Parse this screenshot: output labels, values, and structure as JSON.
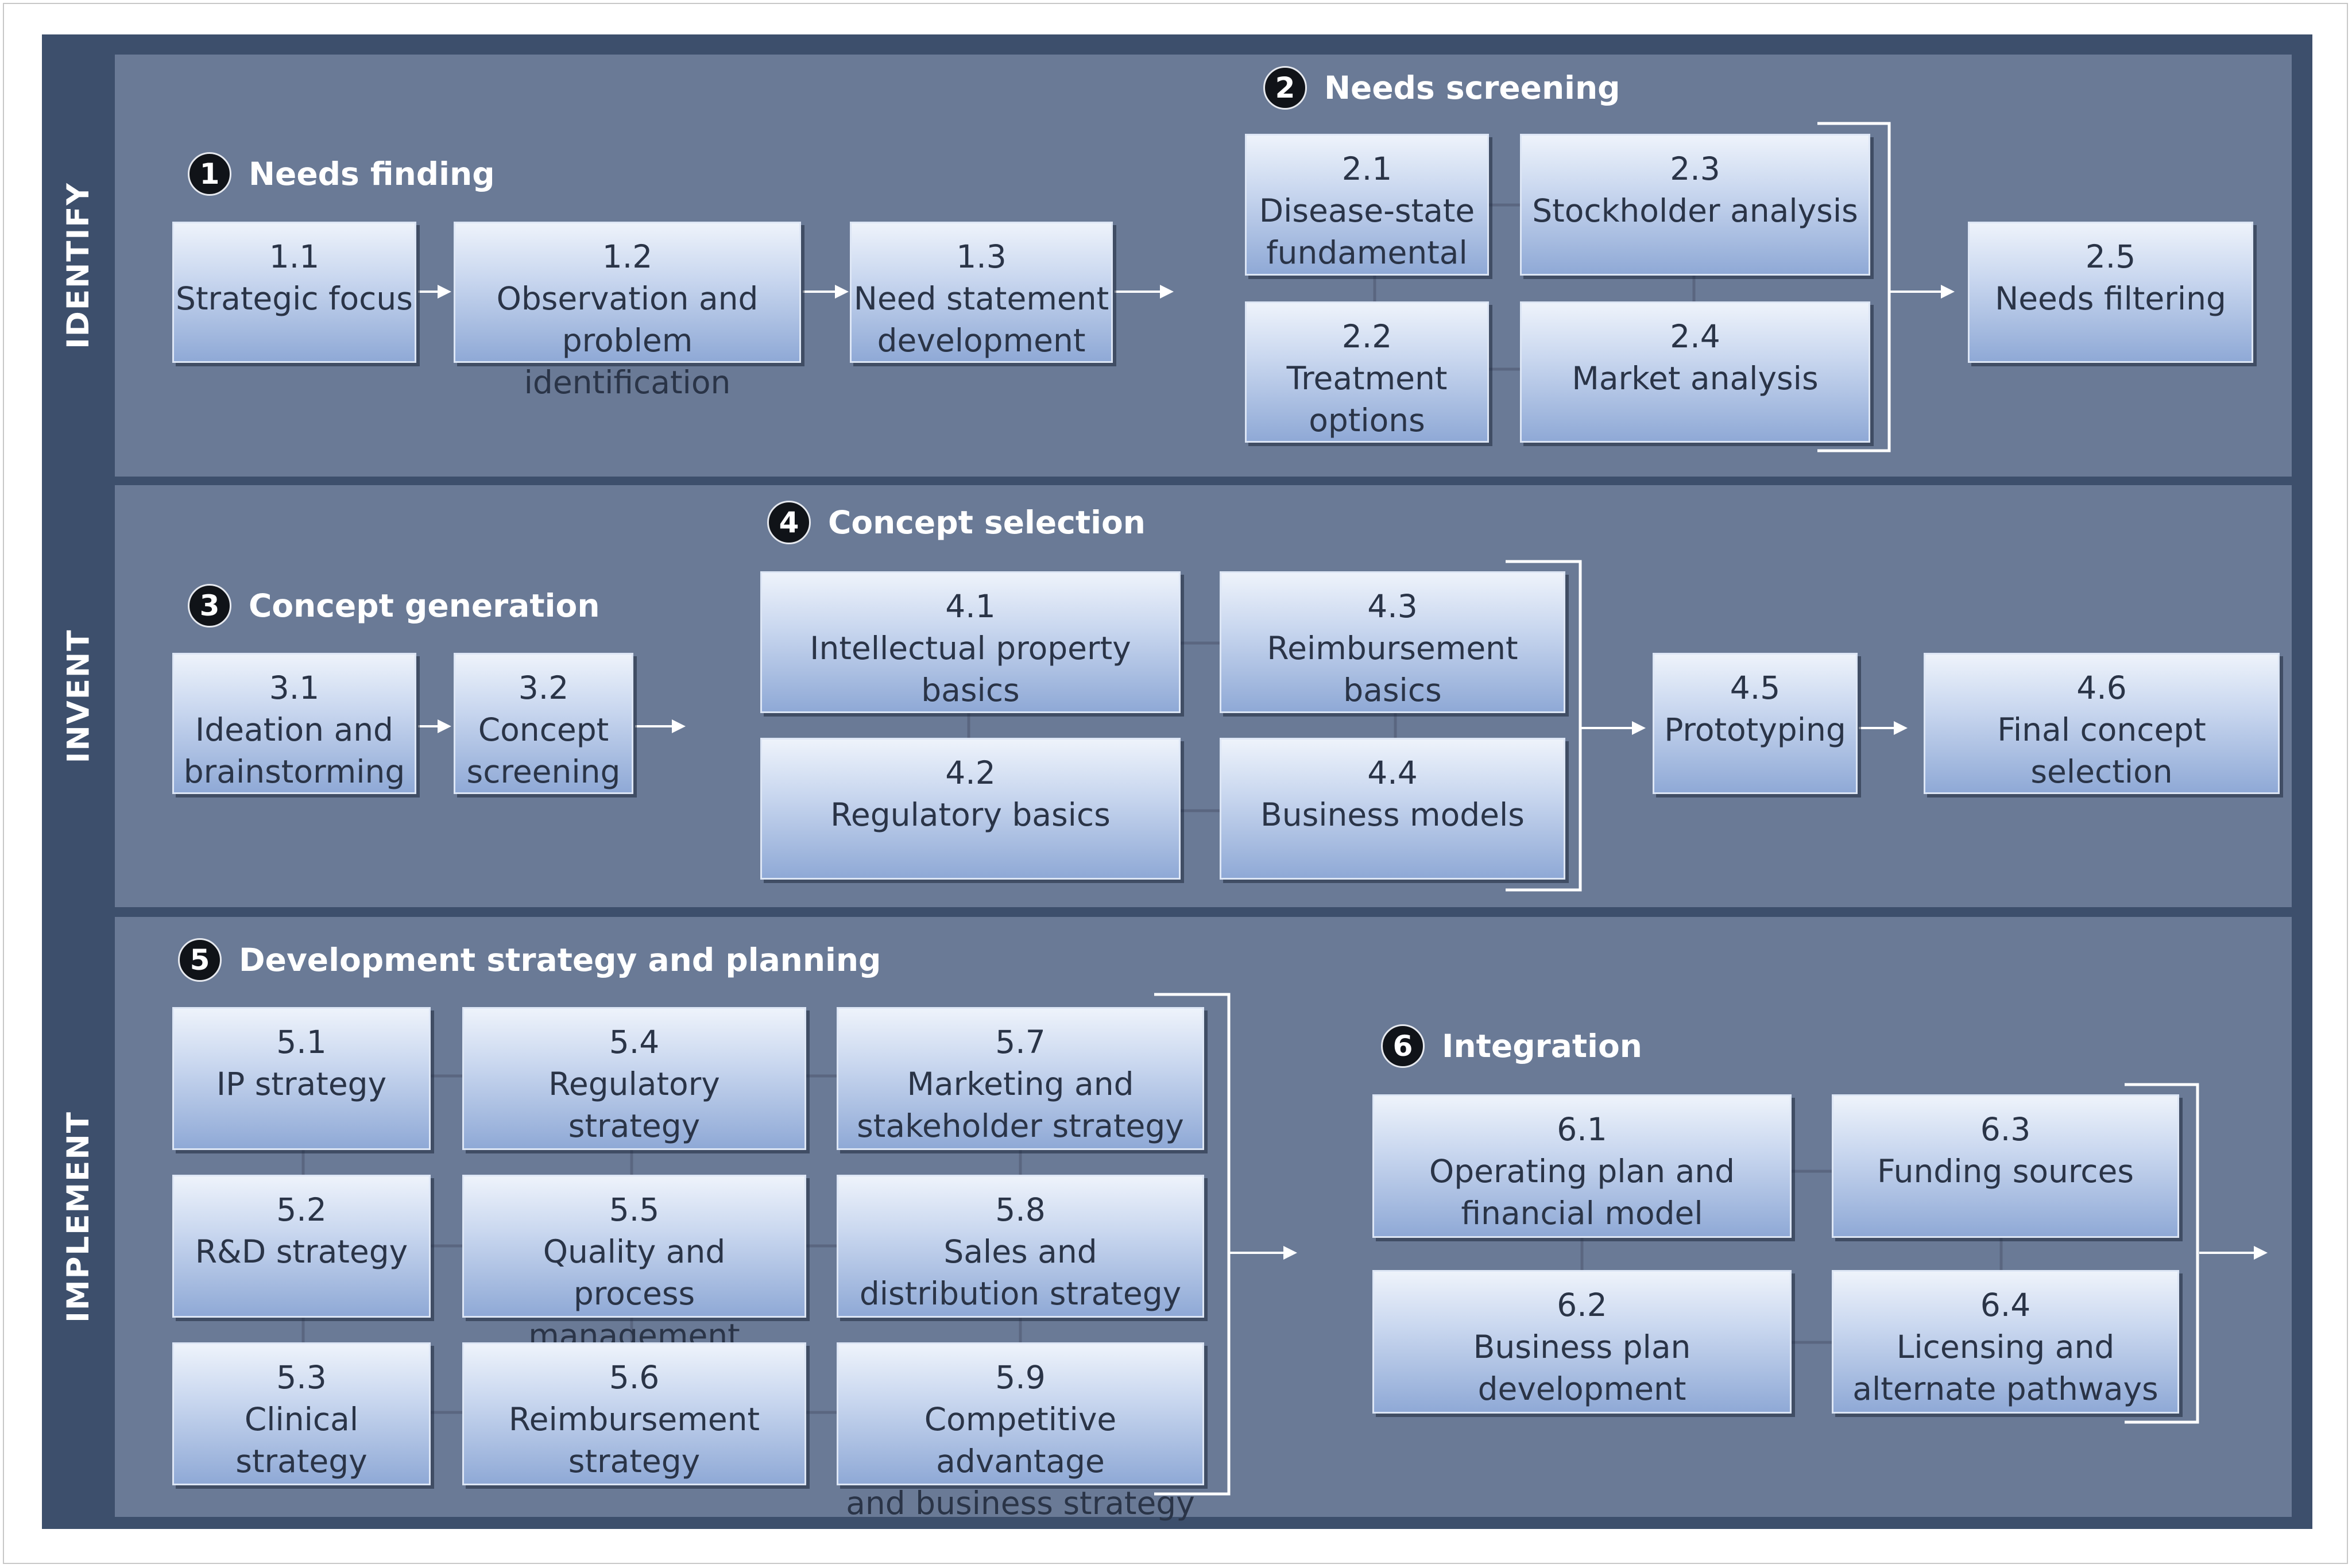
{
  "bands": [
    {
      "id": "identify",
      "label": "IDENTIFY"
    },
    {
      "id": "invent",
      "label": "INVENT"
    },
    {
      "id": "implement",
      "label": "IMPLEMENT"
    }
  ],
  "stages": [
    {
      "id": "s1",
      "number": "1",
      "title": "Needs finding"
    },
    {
      "id": "s2",
      "number": "2",
      "title": "Needs screening"
    },
    {
      "id": "s3",
      "number": "3",
      "title": "Concept generation"
    },
    {
      "id": "s4",
      "number": "4",
      "title": "Concept selection"
    },
    {
      "id": "s5",
      "number": "5",
      "title": "Development strategy and planning"
    },
    {
      "id": "s6",
      "number": "6",
      "title": "Integration"
    }
  ],
  "boxes": [
    {
      "id": "b1_1",
      "number": "1.1",
      "label": "Strategic focus"
    },
    {
      "id": "b1_2",
      "number": "1.2",
      "label": "Observation and\nproblem identification"
    },
    {
      "id": "b1_3",
      "number": "1.3",
      "label": "Need statement\ndevelopment"
    },
    {
      "id": "b2_1",
      "number": "2.1",
      "label": "Disease-state\nfundamental"
    },
    {
      "id": "b2_2",
      "number": "2.2",
      "label": "Treatment\noptions"
    },
    {
      "id": "b2_3",
      "number": "2.3",
      "label": "Stockholder analysis"
    },
    {
      "id": "b2_4",
      "number": "2.4",
      "label": "Market analysis"
    },
    {
      "id": "b2_5",
      "number": "2.5",
      "label": "Needs filtering"
    },
    {
      "id": "b3_1",
      "number": "3.1",
      "label": "Ideation and\nbrainstorming"
    },
    {
      "id": "b3_2",
      "number": "3.2",
      "label": "Concept\nscreening"
    },
    {
      "id": "b4_1",
      "number": "4.1",
      "label": "Intellectual property basics"
    },
    {
      "id": "b4_2",
      "number": "4.2",
      "label": "Regulatory basics"
    },
    {
      "id": "b4_3",
      "number": "4.3",
      "label": "Reimbursement basics"
    },
    {
      "id": "b4_4",
      "number": "4.4",
      "label": "Business models"
    },
    {
      "id": "b4_5",
      "number": "4.5",
      "label": "Prototyping"
    },
    {
      "id": "b4_6",
      "number": "4.6",
      "label": "Final concept selection"
    },
    {
      "id": "b5_1",
      "number": "5.1",
      "label": "IP strategy"
    },
    {
      "id": "b5_2",
      "number": "5.2",
      "label": "R&D strategy"
    },
    {
      "id": "b5_3",
      "number": "5.3",
      "label": "Clinical strategy"
    },
    {
      "id": "b5_4",
      "number": "5.4",
      "label": "Regulatory\nstrategy"
    },
    {
      "id": "b5_5",
      "number": "5.5",
      "label": "Quality and\nprocess management"
    },
    {
      "id": "b5_6",
      "number": "5.6",
      "label": "Reimbursement\nstrategy"
    },
    {
      "id": "b5_7",
      "number": "5.7",
      "label": "Marketing and\nstakeholder strategy"
    },
    {
      "id": "b5_8",
      "number": "5.8",
      "label": "Sales and\ndistribution strategy"
    },
    {
      "id": "b5_9",
      "number": "5.9",
      "label": "Competitive advantage\nand business strategy"
    },
    {
      "id": "b6_1",
      "number": "6.1",
      "label": "Operating plan and\nfinancial model"
    },
    {
      "id": "b6_2",
      "number": "6.2",
      "label": "Business plan\ndevelopment"
    },
    {
      "id": "b6_3",
      "number": "6.3",
      "label": "Funding sources"
    },
    {
      "id": "b6_4",
      "number": "6.4",
      "label": "Licensing and\nalternate pathways"
    }
  ]
}
